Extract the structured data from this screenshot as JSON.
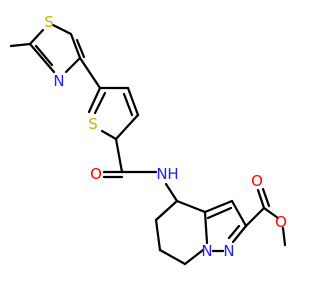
{
  "colors": {
    "bond": "#000000",
    "S": "#c8b400",
    "N": "#2020ff",
    "O": "#ff0000"
  },
  "atoms": {
    "s_thiazole": "S",
    "n_thiazole": "N",
    "s_thiophene": "S",
    "o_carbonyl": "O",
    "n_amide": "N",
    "h_amide": "H",
    "n_pyrazole_1": "N",
    "n_pyrazole_2": "N",
    "o_ester_carbonyl": "O",
    "o_ester": "O"
  }
}
